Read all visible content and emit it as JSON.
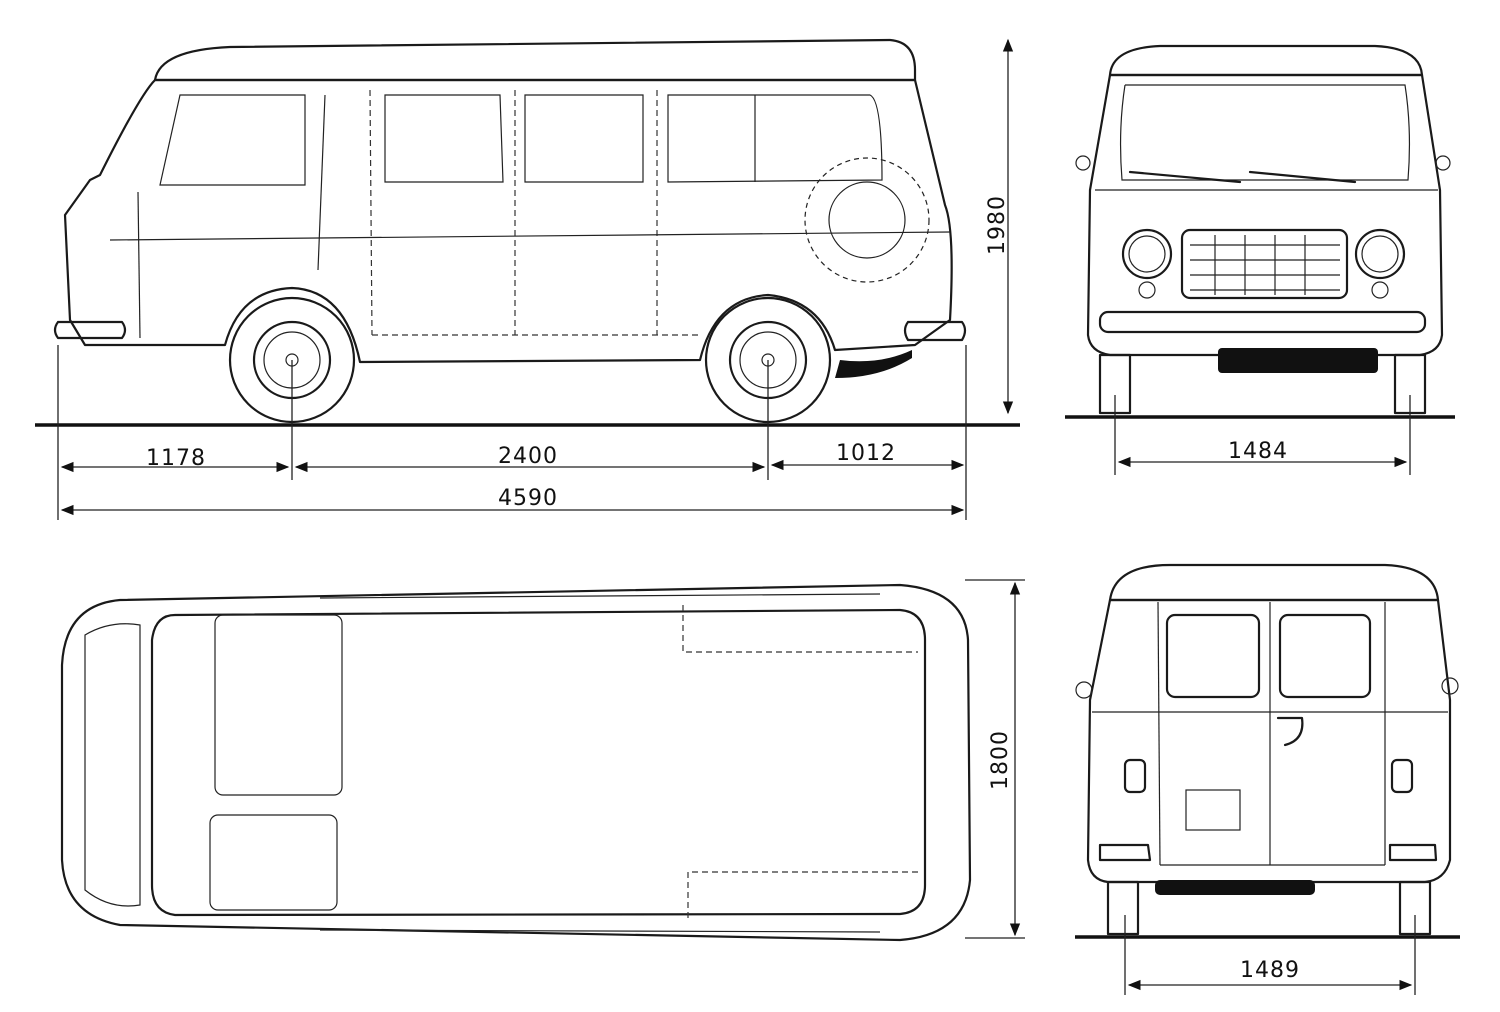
{
  "views": {
    "side": {
      "height": "1980",
      "front_overhang": "1178",
      "wheelbase": "2400",
      "rear_overhang": "1012",
      "length": "4590"
    },
    "front": {
      "front_track": "1484"
    },
    "top": {
      "width": "1800"
    },
    "rear": {
      "rear_track": "1489"
    }
  },
  "colors": {
    "line": "#1a1a1a",
    "background": "#ffffff"
  }
}
